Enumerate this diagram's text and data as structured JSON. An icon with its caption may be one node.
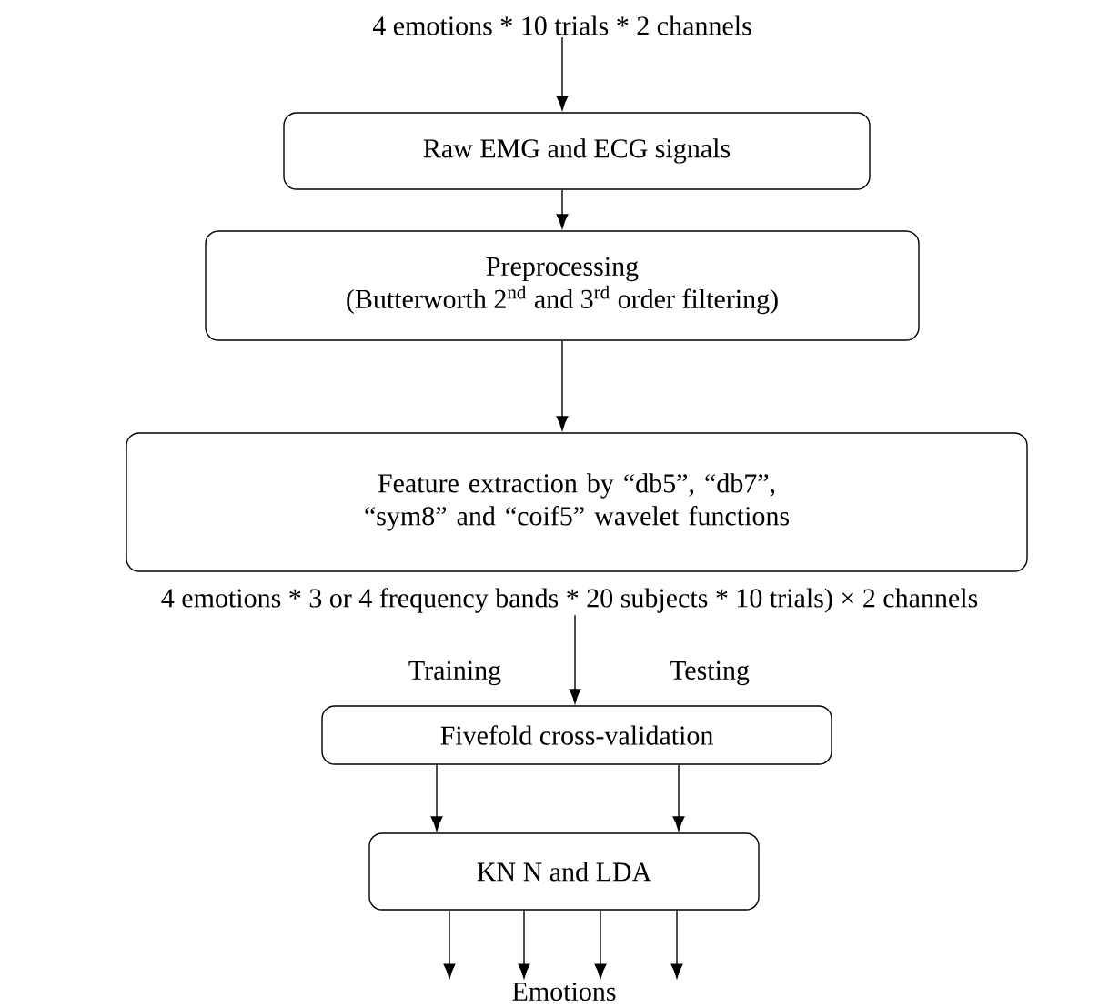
{
  "diagram": {
    "nodes": [
      {
        "text": [
          "4 emotions * 10 trials * 2 channels"
        ]
      },
      {
        "text": [
          "Raw EMG and ECG signals"
        ]
      },
      {
        "text": [
          "Preprocessing",
          "(Butterworth 2$^{nd}$ and 3$^{rd}$ order filtering)"
        ]
      },
      {
        "text": [
          "Feature extraction by “db5”, “db7”, “sym8” and “coif5” wavelet functions"
        ]
      },
      {
        "text": [
          "4 emotions * 3 or 4 frequency bands * 20 subjects * 10 trials) × 2 channels"
        ]
      },
      {
        "text": [
          "Fivefold cross-validation"
        ]
      },
      {
        "text": [
          "KN N and LDA"
        ]
      },
      {
        "text": [
          "Emotions"
        ]
      }
    ],
    "edges": [
      {
        "from": 0,
        "to": 1,
        "arrow": "to"
      },
      {
        "from": 1,
        "to": 2,
        "arrow": "to"
      },
      {
        "from": 2,
        "to": 3,
        "arrow": "to"
      },
      {
        "from": 4,
        "to": 5,
        "arrow": "to"
      },
      {
        "from": 5,
        "to": 6,
        "arrow": "to"
      },
      {
        "from": 5,
        "to": 6,
        "arrow": "to"
      },
      {
        "from": 6,
        "to": 7,
        "arrow": "to"
      },
      {
        "from": 6,
        "to": 7,
        "arrow": "to"
      },
      {
        "from": 6,
        "to": 7,
        "arrow": "to"
      },
      {
        "from": 6,
        "to": 7,
        "arrow": "to"
      }
    ],
    "labels": [
      "Training",
      "Testing"
    ]
  }
}
